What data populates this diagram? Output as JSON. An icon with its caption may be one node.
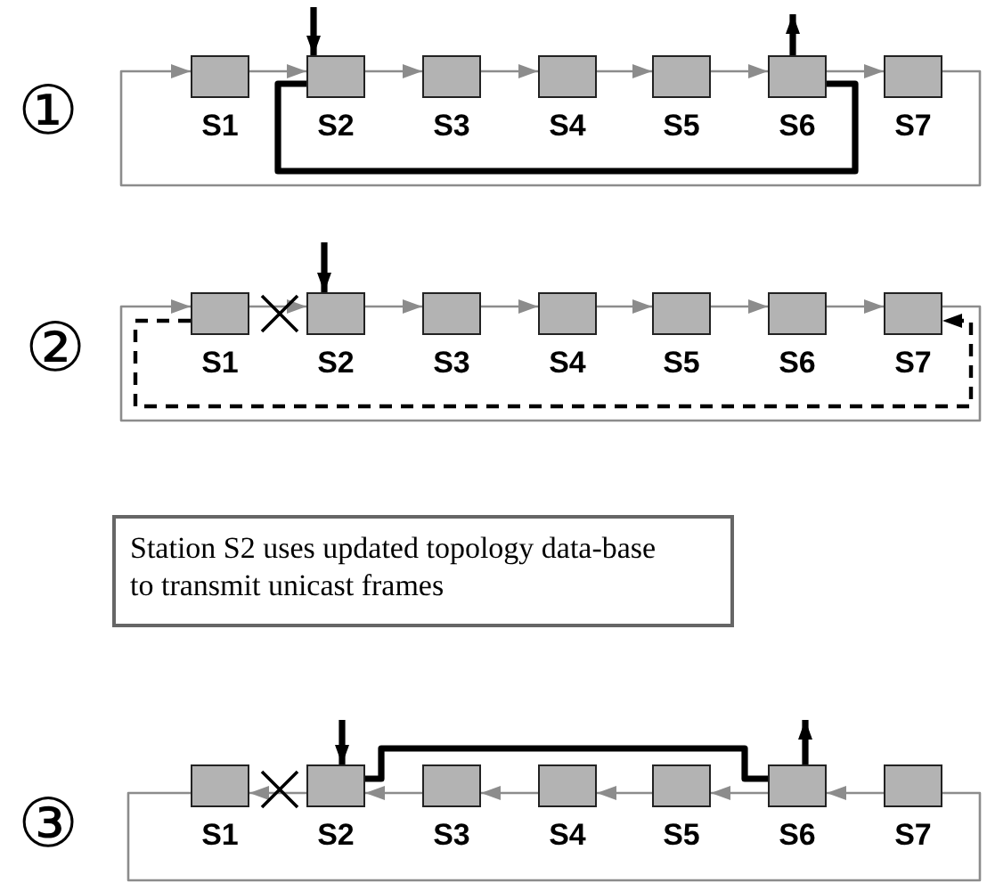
{
  "diagram": {
    "nodes": [
      {
        "text": [
          "S1"
        ]
      },
      {
        "text": [
          "S2"
        ]
      },
      {
        "text": [
          "S3"
        ]
      },
      {
        "text": [
          "S4"
        ]
      },
      {
        "text": [
          "S5"
        ]
      },
      {
        "text": [
          "S6"
        ]
      },
      {
        "text": [
          "S7"
        ]
      },
      {
        "text": [
          "S1"
        ]
      },
      {
        "text": [
          "S2"
        ]
      },
      {
        "text": [
          "S3"
        ]
      },
      {
        "text": [
          "S4"
        ]
      },
      {
        "text": [
          "S5"
        ]
      },
      {
        "text": [
          "S6"
        ]
      },
      {
        "text": [
          "S7"
        ]
      },
      {
        "text": [
          "Station S2 uses updated topology data-base to transmit unicast frames"
        ]
      },
      {
        "text": [
          "S1"
        ]
      },
      {
        "text": [
          "S2"
        ]
      },
      {
        "text": [
          "S3"
        ]
      },
      {
        "text": [
          "S4"
        ]
      },
      {
        "text": [
          "S5"
        ]
      },
      {
        "text": [
          "S6"
        ]
      },
      {
        "text": [
          "S7"
        ]
      }
    ],
    "edges": [
      {
        "from": 0,
        "to": 1,
        "arrow": "to"
      },
      {
        "from": 1,
        "to": 2,
        "arrow": "to"
      },
      {
        "from": 2,
        "to": 3,
        "arrow": "to"
      },
      {
        "from": 3,
        "to": 4,
        "arrow": "to"
      },
      {
        "from": 4,
        "to": 5,
        "arrow": "to"
      },
      {
        "from": 5,
        "to": 6,
        "arrow": "to"
      },
      {
        "from": 6,
        "to": 0,
        "arrow": "to"
      },
      {
        "from": null,
        "to": 1,
        "arrow": "to",
        "style": "thick",
        "color": "#000000"
      },
      {
        "from": 1,
        "to": 5,
        "arrow": "none",
        "style": "thick",
        "color": "#000000"
      },
      {
        "from": 5,
        "to": null,
        "arrow": "to",
        "style": "thick",
        "color": "#000000"
      },
      {
        "from": 7,
        "to": 8,
        "arrow": "to"
      },
      {
        "from": 8,
        "to": 9,
        "arrow": "to"
      },
      {
        "from": 9,
        "to": 10,
        "arrow": "to"
      },
      {
        "from": 10,
        "to": 11,
        "arrow": "to"
      },
      {
        "from": 11,
        "to": 12,
        "arrow": "to"
      },
      {
        "from": 12,
        "to": 13,
        "arrow": "to"
      },
      {
        "from": 13,
        "to": 7,
        "arrow": "to"
      },
      {
        "from": null,
        "to": 8,
        "arrow": "to",
        "style": "thick",
        "color": "#000000"
      },
      {
        "from": 7,
        "to": 13,
        "arrow": "to",
        "style": "dashed",
        "color": "#000000"
      },
      {
        "from": 21,
        "to": 20,
        "arrow": "to"
      },
      {
        "from": 20,
        "to": 19,
        "arrow": "to"
      },
      {
        "from": 19,
        "to": 18,
        "arrow": "to"
      },
      {
        "from": 18,
        "to": 17,
        "arrow": "to"
      },
      {
        "from": 17,
        "to": 16,
        "arrow": "to"
      },
      {
        "from": 16,
        "to": 15,
        "arrow": "to"
      },
      {
        "from": 15,
        "to": 21,
        "arrow": "none"
      },
      {
        "from": null,
        "to": 16,
        "arrow": "to",
        "style": "thick",
        "color": "#000000"
      },
      {
        "from": 16,
        "to": 20,
        "arrow": "none",
        "style": "thick",
        "color": "#000000"
      },
      {
        "from": 20,
        "to": null,
        "arrow": "to",
        "style": "thick",
        "color": "#000000"
      }
    ],
    "labels": [
      "①",
      "②",
      "③"
    ]
  }
}
